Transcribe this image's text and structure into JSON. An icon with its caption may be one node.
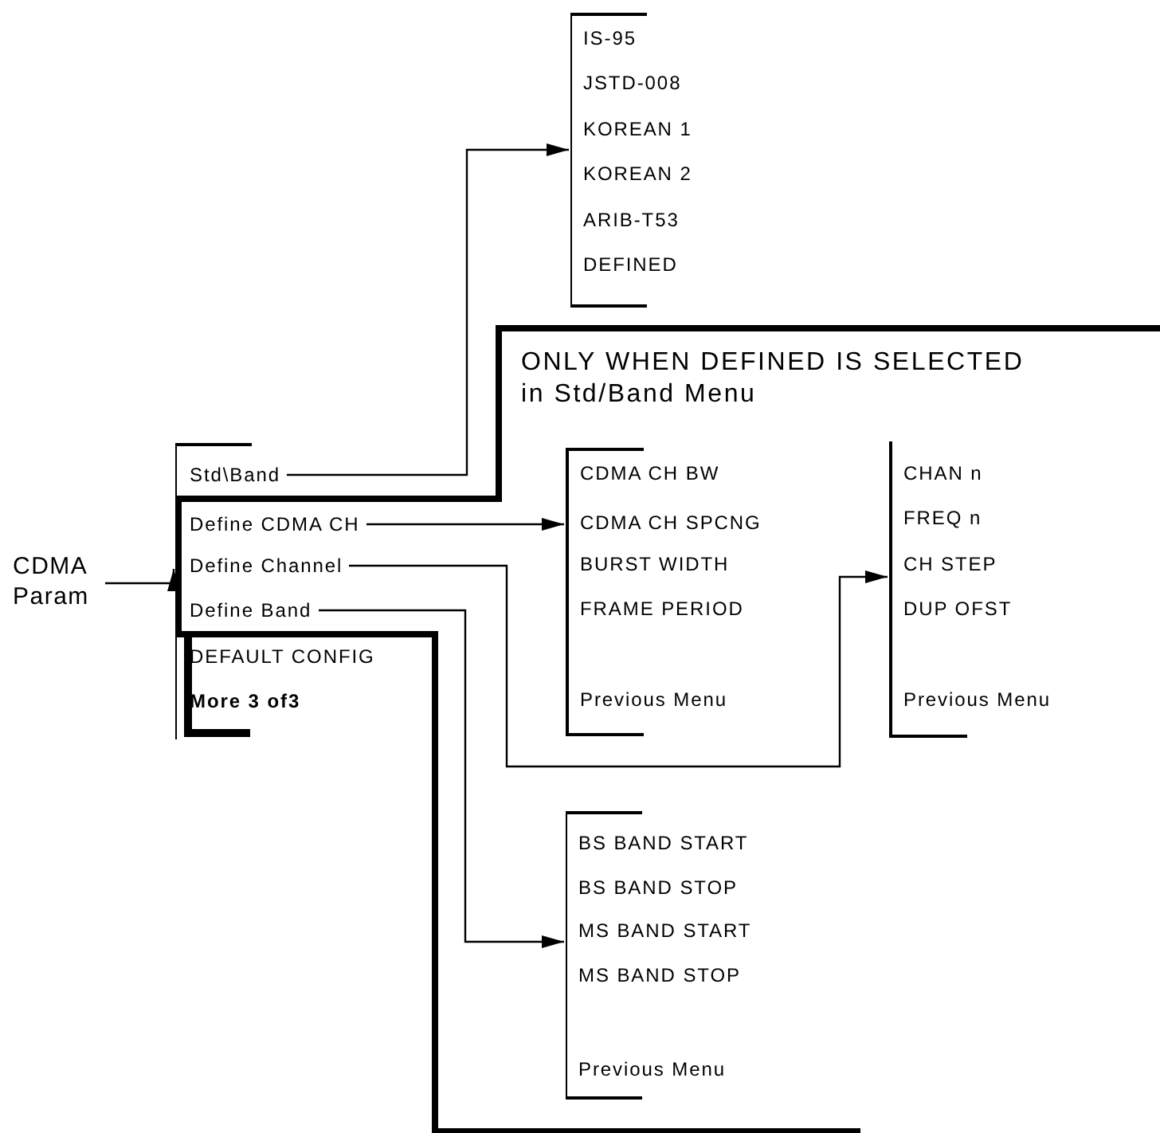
{
  "diagram": {
    "nodes": [
      {
        "text": [
          "CDMA Param"
        ]
      },
      {
        "text": [],
        "shape": "bracket"
      },
      {
        "text": [
          "Std\\Band"
        ],
        "in": 1
      },
      {
        "text": [
          "Define CDMA CH"
        ],
        "in": 1
      },
      {
        "text": [
          "Define Channel"
        ],
        "in": 1
      },
      {
        "text": [
          "Define Band"
        ],
        "in": 1
      },
      {
        "text": [
          "DEFAULT CONFIG"
        ],
        "in": 1
      },
      {
        "text": [
          "More 3 of3"
        ],
        "in": 1
      },
      {
        "text": [
          "IS-95",
          "JSTD-008",
          "KOREAN 1",
          "KOREAN 2",
          "ARIB-T53",
          "DEFINED"
        ]
      },
      {
        "text": [
          "CDMA CH BW",
          "CDMA CH SPCNG",
          "BURST WIDTH",
          "FRAME PERIOD",
          "Previous Menu"
        ]
      },
      {
        "text": [
          "CHAN n",
          "FREQ n",
          "CH STEP",
          "DUP OFST",
          "Previous Menu"
        ]
      },
      {
        "text": [
          "BS BAND START",
          "BS BAND STOP",
          "MS BAND START",
          "MS BAND STOP",
          "Previous Menu"
        ]
      }
    ],
    "edges": [
      {
        "from": 0,
        "to": 1,
        "arrow": "to"
      },
      {
        "from": 2,
        "to": 8,
        "arrow": "to"
      },
      {
        "from": 3,
        "to": 9,
        "arrow": "to"
      },
      {
        "from": 4,
        "to": 10,
        "arrow": "to"
      },
      {
        "from": 5,
        "to": 11,
        "arrow": "to"
      }
    ],
    "labels": [
      "ONLY WHEN DEFINED IS SELECTED in Std/Band Menu"
    ]
  }
}
